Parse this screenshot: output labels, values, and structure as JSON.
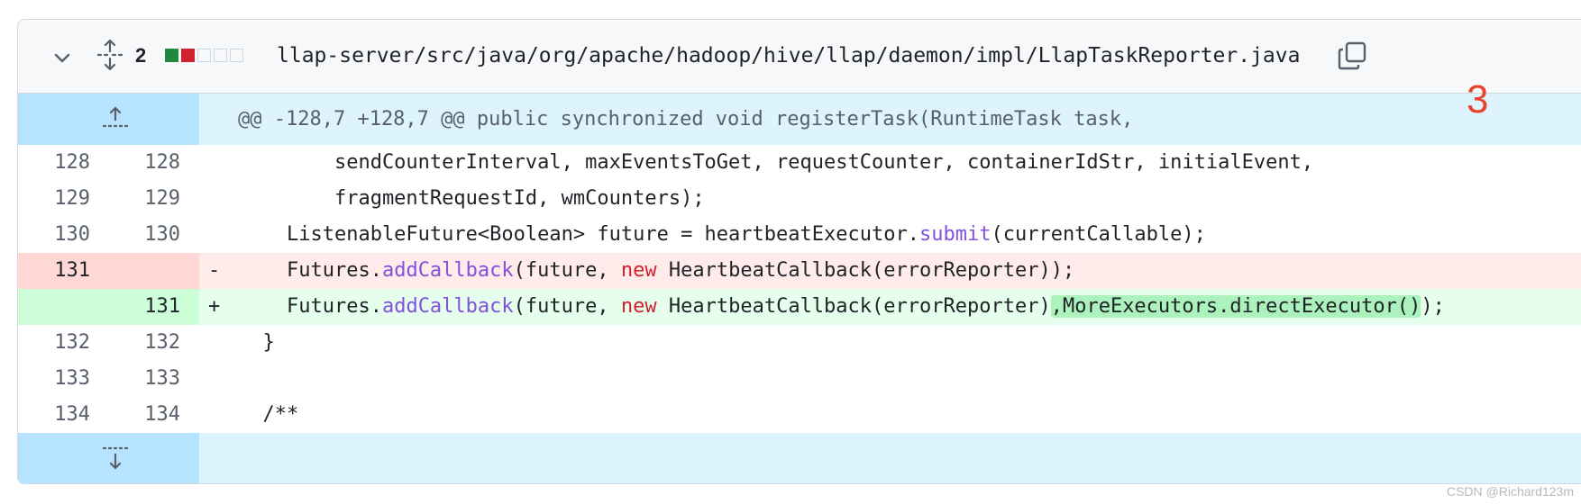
{
  "file": {
    "diffstat_count": "2",
    "diffstat_colors": {
      "add": "#1f883d",
      "del": "#cf222e",
      "neutral": "#d0d7de"
    },
    "path": "llap-server/src/java/org/apache/hadoop/hive/llap/daemon/impl/LlapTaskReporter.java",
    "icons": {
      "collapse": "chevron-down-icon",
      "expand_all": "unfold-icon",
      "copy": "copy-icon",
      "expand_up": "fold-up-icon",
      "expand_down": "fold-down-icon"
    }
  },
  "hunk": {
    "header": "@@ -128,7 +128,7 @@ public synchronized void registerTask(RuntimeTask task,"
  },
  "lines": [
    {
      "old": "128",
      "new": "128",
      "marker": "",
      "code": "        sendCounterInterval, maxEventsToGet, requestCounter, containerIdStr, initialEvent,"
    },
    {
      "old": "129",
      "new": "129",
      "marker": "",
      "code": "        fragmentRequestId, wmCounters);"
    },
    {
      "old": "130",
      "new": "130",
      "marker": "",
      "code_prefix": "    ListenableFuture<Boolean> future = heartbeatExecutor.",
      "code_fn": "submit",
      "code_suffix": "(currentCallable);"
    },
    {
      "old": "131",
      "new": "",
      "marker": "-",
      "code_prefix": "    Futures.",
      "code_fn": "addCallback",
      "code_mid": "(future, ",
      "code_kw": "new",
      "code_suffix": " HeartbeatCallback(errorReporter));"
    },
    {
      "old": "",
      "new": "131",
      "marker": "+",
      "code_prefix": "    Futures.",
      "code_fn": "addCallback",
      "code_mid": "(future, ",
      "code_kw": "new",
      "code_mid2": " HeartbeatCallback(errorReporter)",
      "code_hl": ",MoreExecutors.directExecutor()",
      "code_suffix": ");"
    },
    {
      "old": "132",
      "new": "132",
      "marker": "",
      "code": "  }"
    },
    {
      "old": "133",
      "new": "133",
      "marker": "",
      "code": ""
    },
    {
      "old": "134",
      "new": "134",
      "marker": "",
      "code": "  /**"
    }
  ],
  "annotation": "3",
  "watermark": "CSDN @Richard123m"
}
